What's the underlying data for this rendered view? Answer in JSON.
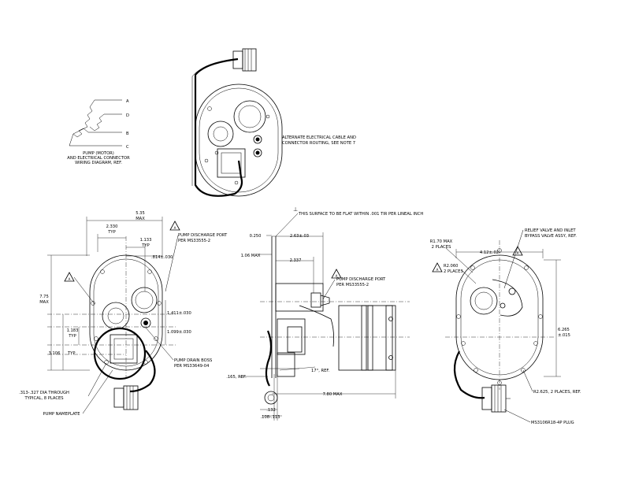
{
  "wiring": {
    "letters": [
      "A",
      "D",
      "B",
      "C"
    ],
    "caption": [
      "PUMP (MOTOR)",
      "AND ELECTRICAL CONNECTOR",
      "WIRING DIAGRAM, REF."
    ]
  },
  "top_view": {
    "note": [
      "ALTERNATE ELECTRICAL CABLE AND",
      "CONNECTOR ROUTING, SEE NOTE 7"
    ]
  },
  "left_view": {
    "d_width": "5.35",
    "d_width_max": "MAX",
    "d_2330": "2.330",
    "d_2330_typ": "TYP",
    "d_1133": "1.133",
    "d_1133_typ": "TYP",
    "d_814": ".814±.030",
    "d_775": "7.75",
    "d_775_max": "MAX",
    "d_1411": "1.411±.030",
    "d_1099": "1.099±.030",
    "d_1183": "1.183",
    "d_1183_typ": "TYP",
    "d_3106": "3.106",
    "d_3106_typ": "TYP",
    "discharge": [
      "PUMP DISCHARGE PORT",
      "PER MS33555-2"
    ],
    "drain": [
      "PUMP DRAIN BOSS",
      "PER MS33649-04"
    ],
    "holes": [
      ".313-.327 DIA THROUGH",
      "TYPICAL, 8 PLACES"
    ],
    "nameplate": "PUMP NAMEPLATE",
    "note_mark": "A"
  },
  "side_view": {
    "flat_note": "THIS SURFACE TO BE FLAT WITHIN .001 TIR PER LINEAL INCH",
    "d_0250": "0.250",
    "d_2630": "2.63±.03",
    "d_106": "1.06 MAX",
    "d_2337": "2.337",
    "discharge": [
      "PUMP DISCHARGE PORT",
      "PER MS33555-2"
    ],
    "d_17": "17°, REF.",
    "d_165": ".165, REF.",
    "d_780": "7.80 MAX",
    "d_132": ".132",
    "d_108": ".108-.113"
  },
  "right_view": {
    "relief": [
      "RELIEF VALVE AND INLET",
      "BYPASS VALVE ASSY, REF."
    ],
    "r170": [
      "R1.70 MAX",
      "2 PLACES"
    ],
    "d_4120": "4.12±.02",
    "r2060": [
      "R2.060",
      "2 PLACES"
    ],
    "d_6265": "6.265",
    "d_6265_tol": "±.015",
    "r2625": "R2.625, 2 PLACES, REF.",
    "plug": "MS3106R18-4P PLUG"
  },
  "symbols": {
    "note_triangle": "A",
    "perp": "⊥"
  }
}
